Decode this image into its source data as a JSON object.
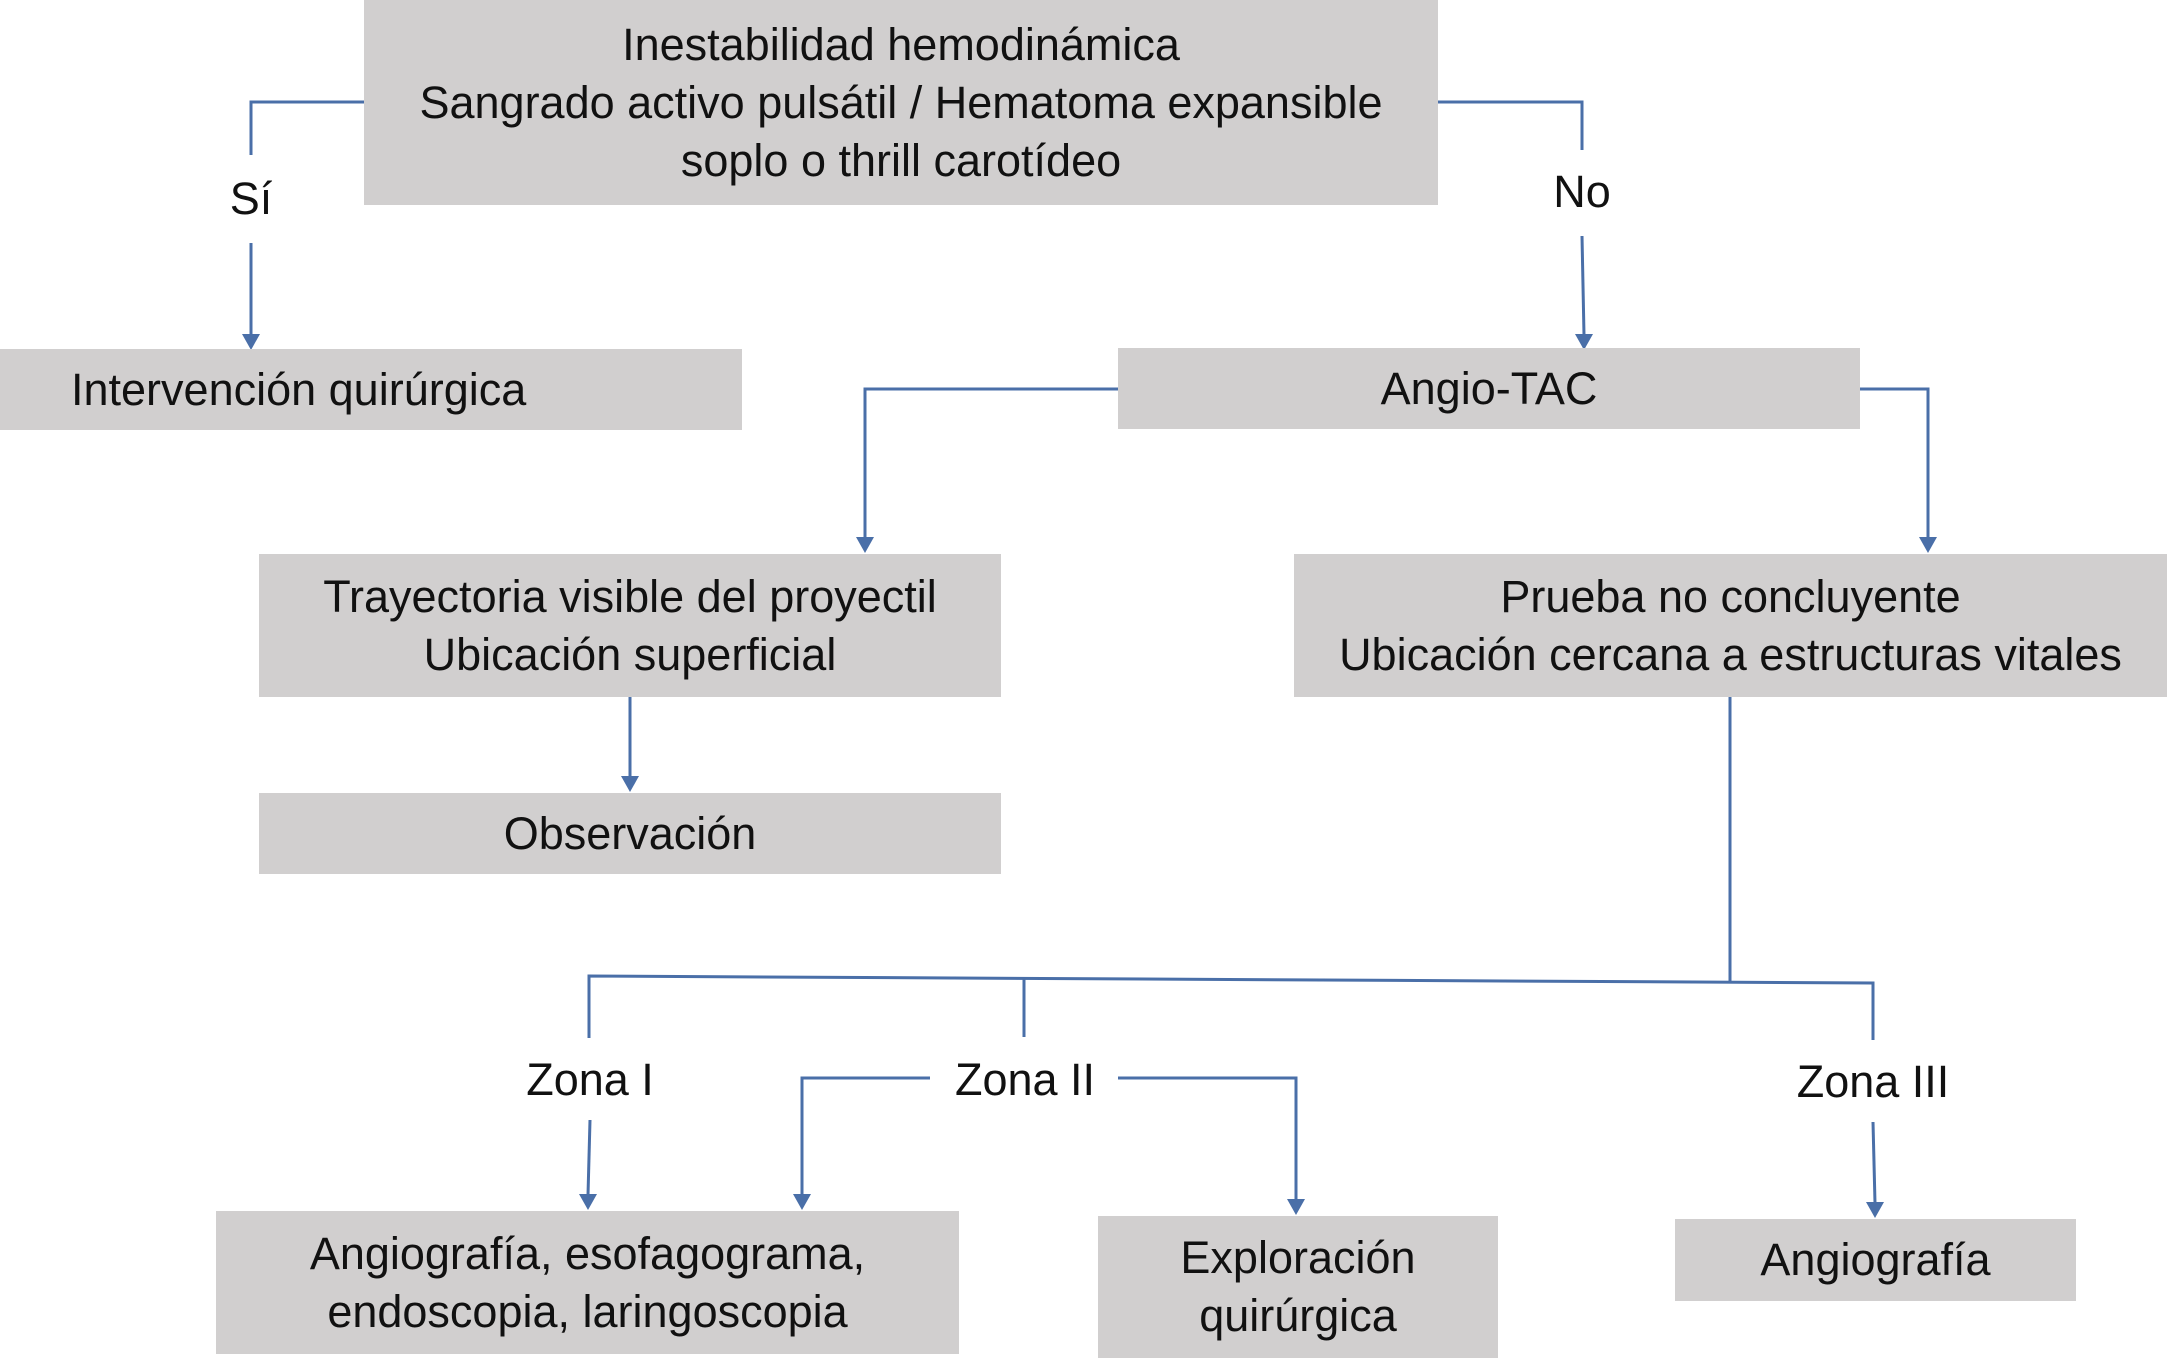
{
  "nodes": {
    "start": {
      "line1": "Inestabilidad hemodinámica",
      "line2": "Sangrado activo pulsátil / Hematoma expansible",
      "line3": "soplo o thrill carotídeo"
    },
    "surgery": {
      "line1": "Intervención quirúrgica"
    },
    "angio_tac": {
      "line1": "Angio-TAC"
    },
    "trajectory": {
      "line1": "Trayectoria visible del proyectil",
      "line2": "Ubicación superficial"
    },
    "inconclusive": {
      "line1": "Prueba no concluyente",
      "line2": "Ubicación cercana a estructuras vitales"
    },
    "observation": {
      "line1": "Observación"
    },
    "zone1_tests": {
      "line1": "Angiografía, esofagograma,",
      "line2": "endoscopia, laringoscopia"
    },
    "exploration": {
      "line1": "Exploración",
      "line2": "quirúrgica"
    },
    "angiography": {
      "line1": "Angiografía"
    }
  },
  "labels": {
    "yes": "Sí",
    "no": "No",
    "zone1": "Zona I",
    "zone2": "Zona II",
    "zone3": "Zona III"
  },
  "colors": {
    "box_fill": "#d1cfcf",
    "connector": "#4a6fa8"
  }
}
